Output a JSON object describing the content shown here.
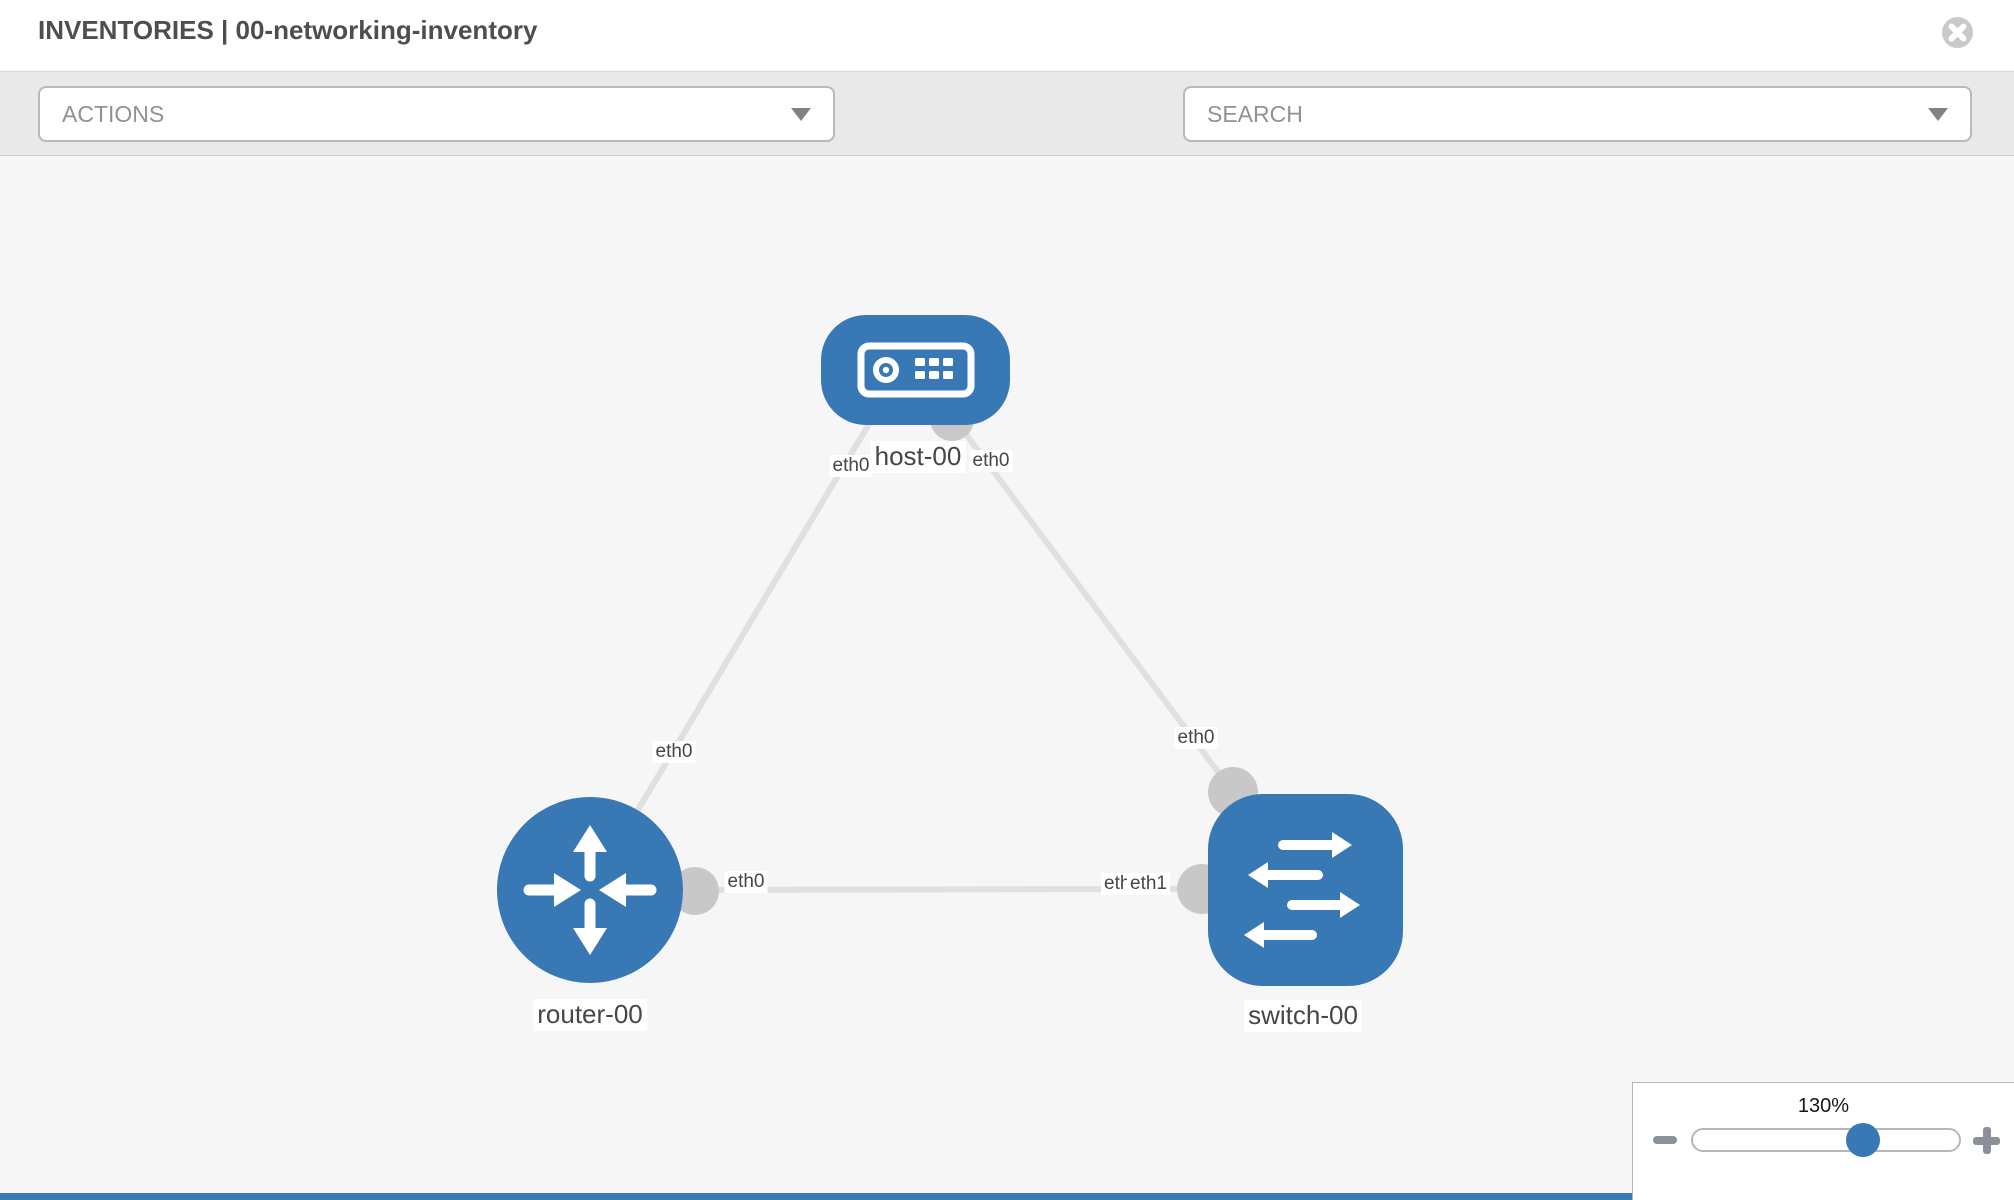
{
  "header": {
    "title": "INVENTORIES | 00-networking-inventory"
  },
  "toolbar": {
    "actions_label": "ACTIONS",
    "search_label": "SEARCH"
  },
  "topology": {
    "nodes": [
      {
        "name": "host-00",
        "type": "host"
      },
      {
        "name": "router-00",
        "type": "router"
      },
      {
        "name": "switch-00",
        "type": "switch"
      }
    ],
    "links": [
      {
        "from": "host-00",
        "from_interface": "eth0",
        "to": "router-00",
        "to_interface": "eth0"
      },
      {
        "from": "host-00",
        "from_interface": "eth0",
        "to": "switch-00",
        "to_interface": "eth0"
      },
      {
        "from": "router-00",
        "from_interface": "eth0",
        "to": "switch-00",
        "to_interface": "eth1"
      }
    ],
    "labels": {
      "host": "host-00",
      "router": "router-00",
      "switch": "switch-00",
      "host_if_left": "eth0",
      "host_if_right": "eth0",
      "link_host_router_if": "eth0",
      "link_host_switch_if": "eth0",
      "router_if": "eth0",
      "switch_if_back": "eth0",
      "switch_if_front": "eth1"
    }
  },
  "zoom_control": {
    "value": "130%"
  },
  "icons": {
    "close": "x-circle-icon",
    "wrench": "wrench-icon",
    "key": "key-icon",
    "dropdown": "chevron-down-icon",
    "zoom_out": "minus-icon",
    "zoom_in": "plus-icon"
  },
  "colors": {
    "node_blue": "#3879b5",
    "canvas_bg": "#f6f6f6",
    "toolbar_bg": "#e9e9e9",
    "link_gray": "#e0e0e0",
    "iface_gray": "#c8c8c8",
    "label_text": "#464646",
    "muted_text": "#8f9296",
    "icon_gray": "#6d727a",
    "border_gray": "#b9b9b9"
  }
}
